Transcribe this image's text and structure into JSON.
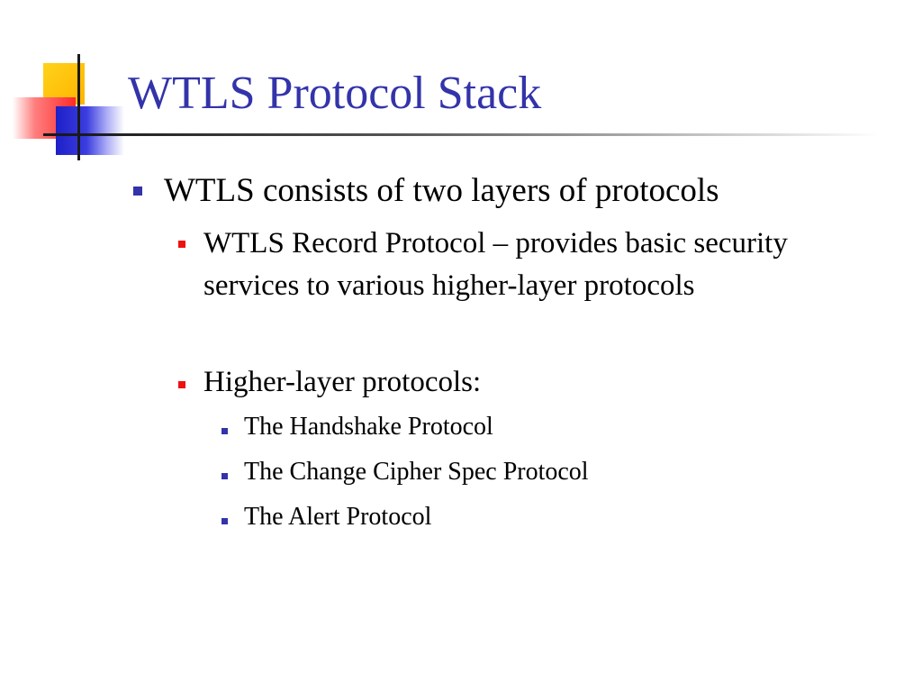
{
  "slide": {
    "title": "WTLS Protocol Stack",
    "bullets": [
      {
        "text": "WTLS consists of two layers of protocols",
        "children": [
          {
            "text": "WTLS Record Protocol – provides basic security services to various higher-layer protocols"
          },
          {
            "text": "Higher-layer protocols:",
            "children": [
              {
                "text": "The Handshake Protocol"
              },
              {
                "text": "The Change Cipher Spec Protocol"
              },
              {
                "text": "The Alert Protocol"
              }
            ]
          }
        ]
      }
    ]
  },
  "colors": {
    "title": "#3333aa",
    "level1_bullet": "#3333aa",
    "level2_bullet": "#ee1111",
    "level3_bullet": "#3333aa",
    "text": "#000000"
  }
}
